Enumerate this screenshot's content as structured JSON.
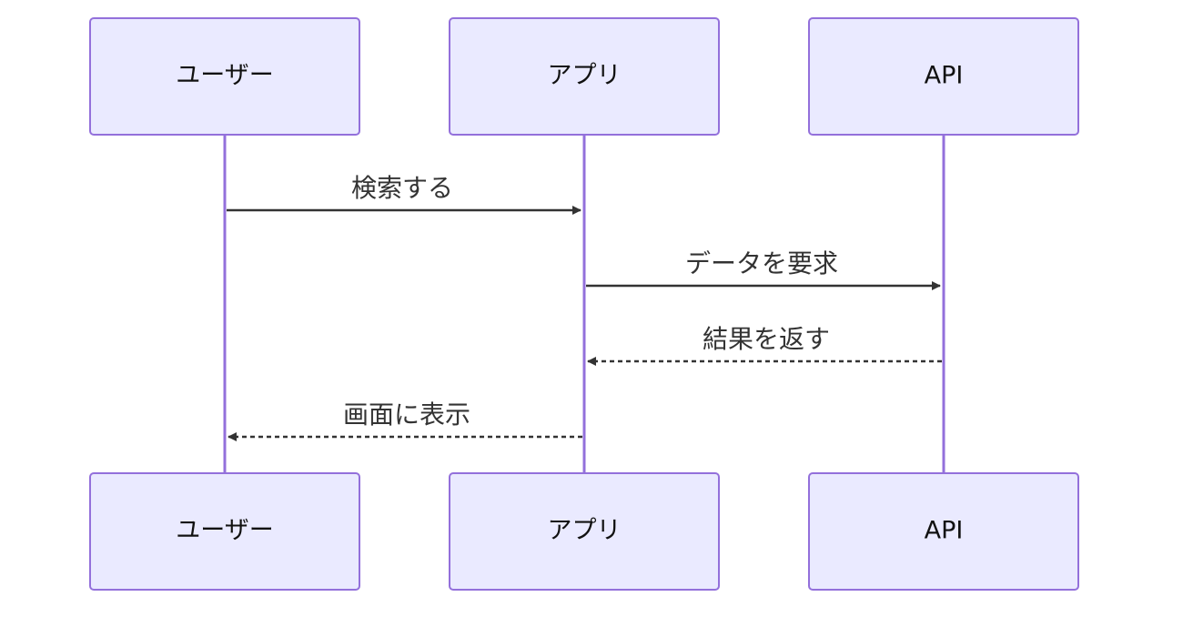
{
  "colors": {
    "actor_fill": "#eaeaff",
    "actor_stroke": "#9370db",
    "lifeline": "#9370db",
    "arrow": "#333333",
    "text": "#111111"
  },
  "actors": [
    {
      "id": "user",
      "label": "ユーザー"
    },
    {
      "id": "app",
      "label": "アプリ"
    },
    {
      "id": "api",
      "label": "API"
    }
  ],
  "messages": [
    {
      "from": "user",
      "to": "app",
      "label": "検索する",
      "style": "solid"
    },
    {
      "from": "app",
      "to": "api",
      "label": "データを要求",
      "style": "solid"
    },
    {
      "from": "api",
      "to": "app",
      "label": "結果を返す",
      "style": "dashed"
    },
    {
      "from": "app",
      "to": "user",
      "label": "画面に表示",
      "style": "dashed"
    }
  ]
}
